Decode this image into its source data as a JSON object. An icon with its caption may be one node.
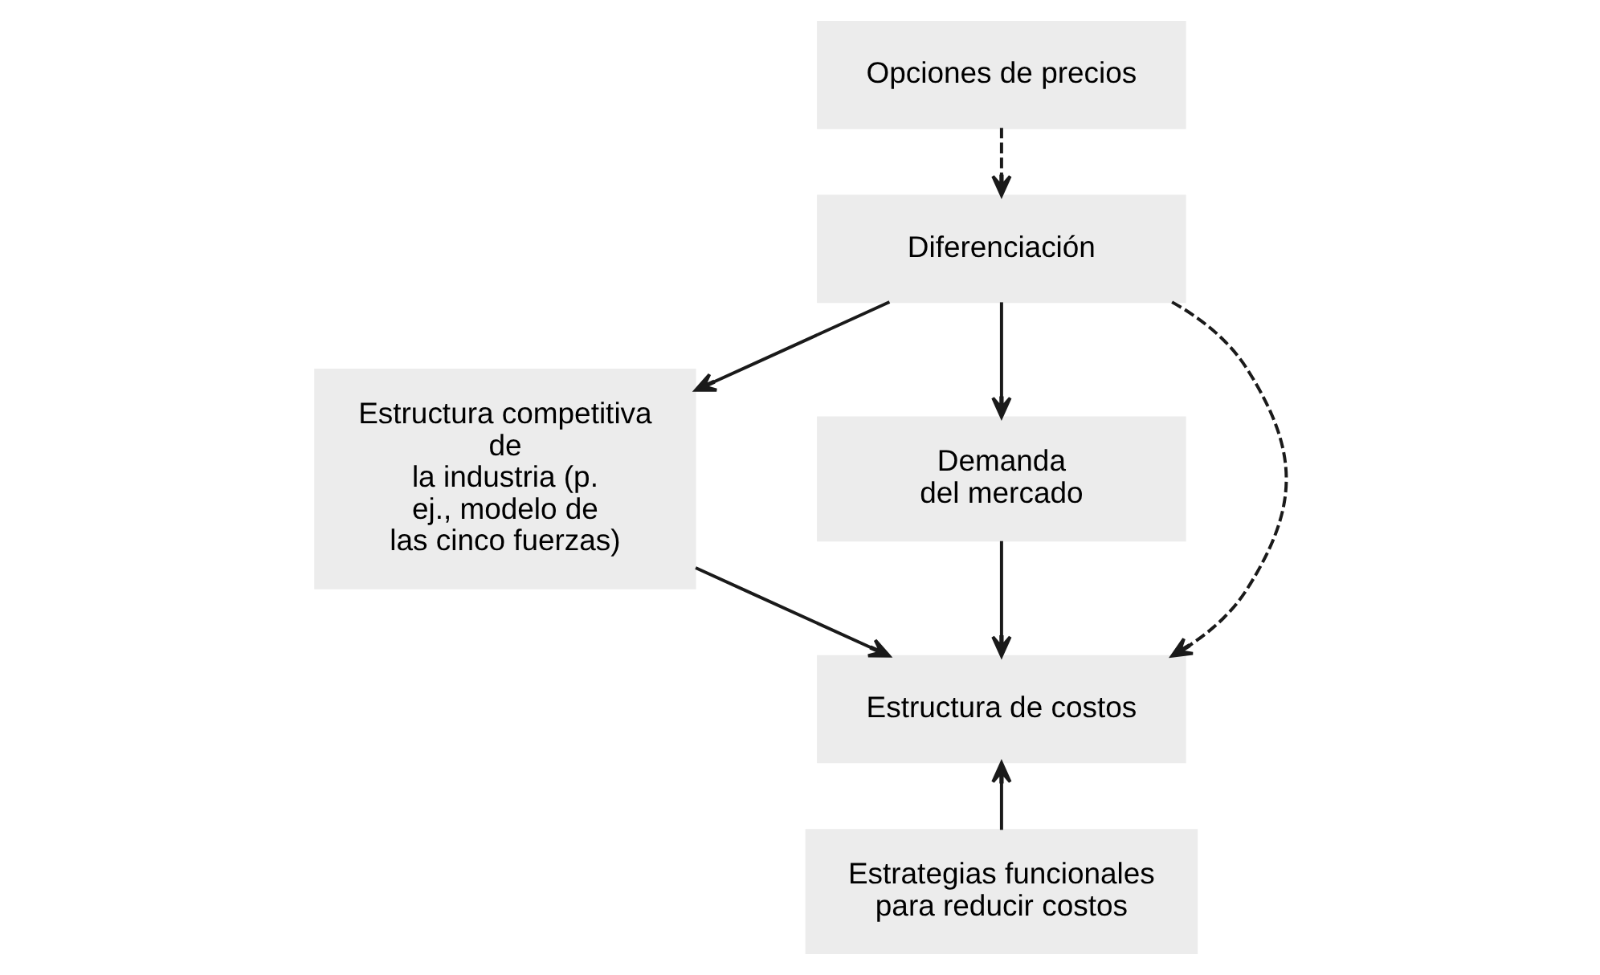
{
  "diagram": {
    "nodes": [
      {
        "text": [
          "Opciones de precios"
        ]
      },
      {
        "text": [
          "Diferenciación"
        ]
      },
      {
        "text": [
          "Estructura competitiva de la industria (p. ej., modelo de las cinco fuerzas)"
        ]
      },
      {
        "text": [
          "Demanda del mercado"
        ]
      },
      {
        "text": [
          "Estructura de costos"
        ]
      },
      {
        "text": [
          "Estrategias funcionales para reducir costos"
        ]
      }
    ],
    "edges": [
      {
        "from": 0,
        "to": 1,
        "arrow": "to",
        "style": "dashed"
      },
      {
        "from": 1,
        "to": 2,
        "arrow": "to"
      },
      {
        "from": 1,
        "to": 3,
        "arrow": "to"
      },
      {
        "from": 1,
        "to": 4,
        "arrow": "to",
        "style": "dashed"
      },
      {
        "from": 2,
        "to": 4,
        "arrow": "to"
      },
      {
        "from": 3,
        "to": 4,
        "arrow": "to"
      },
      {
        "from": 5,
        "to": 4,
        "arrow": "to"
      }
    ]
  }
}
